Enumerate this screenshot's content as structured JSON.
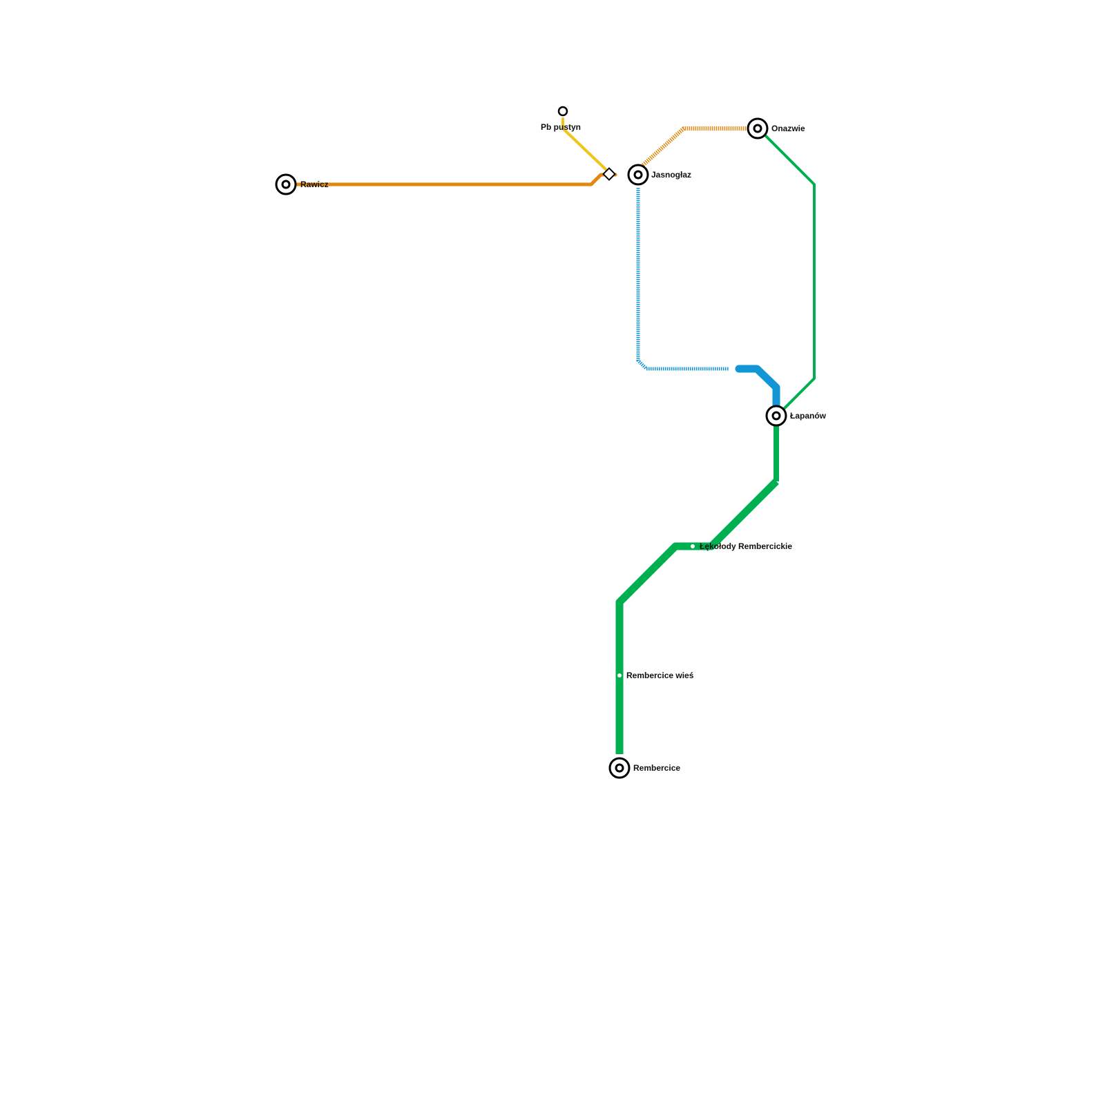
{
  "colors": {
    "orange": "#e0880f",
    "yellow": "#f0c419",
    "green": "#00b050",
    "blue": "#1296d6",
    "station_ring": "#000000",
    "background": "#ffffff"
  },
  "lines": [
    {
      "id": "orange-line",
      "color": "#e0880f",
      "style": "solid"
    },
    {
      "id": "orange-line-planned",
      "color": "#e0880f",
      "style": "dashed"
    },
    {
      "id": "yellow-line",
      "color": "#f0c419",
      "style": "solid"
    },
    {
      "id": "green-line",
      "color": "#00b050",
      "style": "solid"
    },
    {
      "id": "blue-line",
      "color": "#1296d6",
      "style": "solid"
    },
    {
      "id": "blue-line-planned",
      "color": "#1296d6",
      "style": "dashed"
    }
  ],
  "stations": {
    "rawicz": {
      "name": "Rawicz",
      "type": "interchange"
    },
    "pb_pustyn": {
      "name": "Pb pustyn",
      "type": "terminus"
    },
    "jasnoglaz": {
      "name": "Jasnogłaz",
      "type": "interchange"
    },
    "onazwie": {
      "name": "Onazwie",
      "type": "interchange"
    },
    "lapanow": {
      "name": "Łapanów",
      "type": "interchange"
    },
    "lekolody": {
      "name": "Łękołody Rembercickie",
      "type": "stop"
    },
    "rembercice_wies": {
      "name": "Rembercice wieś",
      "type": "stop"
    },
    "rembercice": {
      "name": "Rembercice",
      "type": "interchange"
    }
  },
  "junction": {
    "type": "diamond-junction"
  }
}
